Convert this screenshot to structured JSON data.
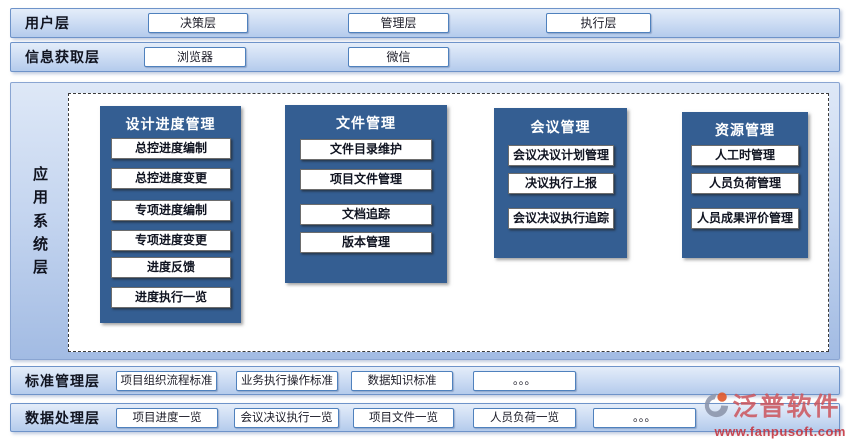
{
  "layers": {
    "user": {
      "label": "用户层",
      "items": [
        "决策层",
        "管理层",
        "执行层"
      ]
    },
    "info": {
      "label": "信息获取层",
      "items": [
        "浏览器",
        "微信"
      ]
    },
    "app": {
      "label": "应用系统层",
      "columns": [
        {
          "title": "设计进度管理",
          "items": [
            "总控进度编制",
            "总控进度变更",
            "专项进度编制",
            "专项进度变更",
            "进度反馈",
            "进度执行一览"
          ]
        },
        {
          "title": "文件管理",
          "items": [
            "文件目录维护",
            "项目文件管理",
            "文档追踪",
            "版本管理"
          ]
        },
        {
          "title": "会议管理",
          "items": [
            "会议决议计划管理",
            "决议执行上报",
            "会议决议执行追踪"
          ]
        },
        {
          "title": "资源管理",
          "items": [
            "人工时管理",
            "人员负荷管理",
            "人员成果评价管理"
          ]
        }
      ]
    },
    "standard": {
      "label": "标准管理层",
      "items": [
        "项目组织流程标准",
        "业务执行操作标准",
        "数据知识标准",
        "。。。"
      ]
    },
    "data": {
      "label": "数据处理层",
      "items": [
        "项目进度一览",
        "会议决议执行一览",
        "项目文件一览",
        "人员负荷一览",
        "。。。"
      ]
    }
  },
  "watermark": {
    "brand": "泛普软件",
    "url": "www.fanpusoft.com"
  },
  "colors": {
    "module_column_blue": "#345E92",
    "band_border_blue": "#6E93C9",
    "button_border_blue": "#4F81BD",
    "watermark_red": "#CB545A"
  }
}
